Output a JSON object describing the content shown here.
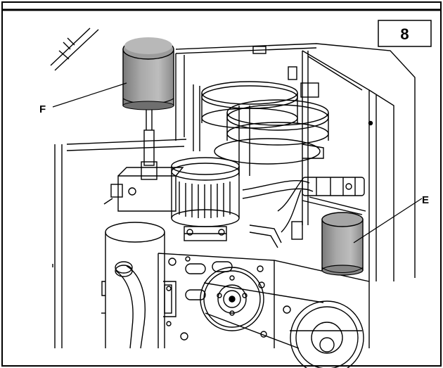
{
  "figure": {
    "number": "8",
    "callouts": [
      {
        "label": "F",
        "part": "top-cylindrical-filter"
      },
      {
        "label": "E",
        "part": "side-cylindrical-filter"
      }
    ]
  }
}
